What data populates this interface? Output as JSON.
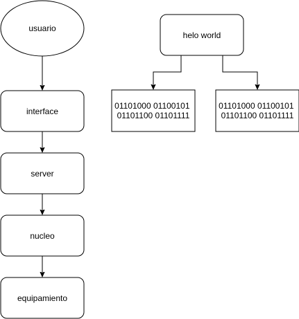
{
  "colors": {
    "stroke": "#000000",
    "fill": "#ffffff",
    "text": "#000000"
  },
  "nodes": {
    "usuario": "usuario",
    "interface": "interface",
    "server": "server",
    "nucleo": "nucleo",
    "equipamiento": "equipamiento",
    "helo_world": "helo world",
    "binary_left": {
      "line1": "01101000 01100101",
      "line2": "01101100 01101111"
    },
    "binary_right": {
      "line1": "01101000 01100101",
      "line2": "01101100 01101111"
    }
  }
}
